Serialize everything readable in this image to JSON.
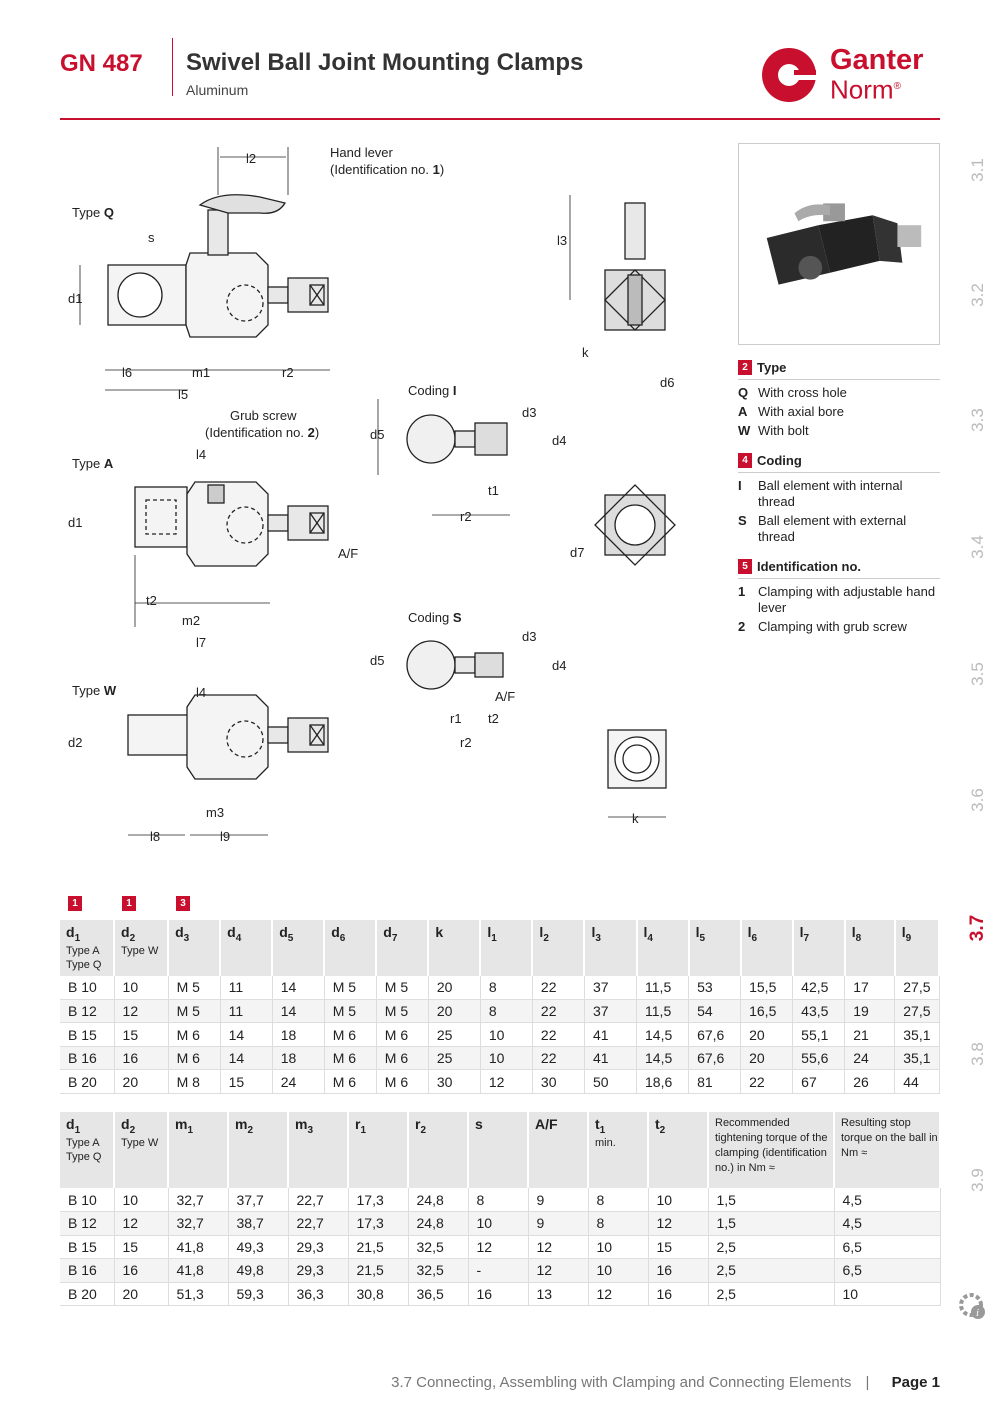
{
  "header": {
    "code": "GN 487",
    "title": "Swivel Ball Joint Mounting Clamps",
    "material": "Aluminum",
    "brand_line1": "Ganter",
    "brand_line2": "Norm",
    "brand_mark": "®"
  },
  "side_index": [
    "3.1",
    "3.2",
    "3.3",
    "3.4",
    "3.5",
    "3.6",
    "3.7",
    "3.8",
    "3.9"
  ],
  "side_index_active": "3.7",
  "drawing": {
    "type_q": "Type",
    "type_q_key": "Q",
    "type_a": "Type",
    "type_a_key": "A",
    "type_w": "Type",
    "type_w_key": "W",
    "hand_lever": "Hand lever",
    "hand_lever_id": "(Identification no.",
    "hand_lever_id_no": "1",
    "grub_screw": "Grub screw",
    "grub_screw_id": "(Identification no.",
    "grub_screw_id_no": "2",
    "coding_i": "Coding",
    "coding_i_key": "I",
    "coding_s": "Coding",
    "coding_s_key": "S",
    "af": "A/F",
    "dims": [
      "l2",
      "s",
      "d1",
      "l6",
      "m1",
      "r2",
      "l5",
      "l4",
      "t2",
      "m2",
      "l7",
      "d2",
      "m3",
      "l8",
      "l9",
      "l3",
      "k",
      "d6",
      "d5",
      "d3",
      "d4",
      "t1",
      "r1",
      "d7"
    ]
  },
  "legend": {
    "type": {
      "badge": "2",
      "title": "Type",
      "items": [
        {
          "key": "Q",
          "text": "With cross hole"
        },
        {
          "key": "A",
          "text": "With axial bore"
        },
        {
          "key": "W",
          "text": "With bolt"
        }
      ]
    },
    "coding": {
      "badge": "4",
      "title": "Coding",
      "items": [
        {
          "key": "I",
          "text": "Ball element with internal thread"
        },
        {
          "key": "S",
          "text": "Ball element with external thread"
        }
      ]
    },
    "ident": {
      "badge": "5",
      "title": "Identification no.",
      "items": [
        {
          "key": "1",
          "text": "Clamping with adjustable hand lever"
        },
        {
          "key": "2",
          "text": "Clamping with grub screw"
        }
      ]
    }
  },
  "table1_badges": [
    "1",
    "1",
    "3"
  ],
  "table1": {
    "headers": [
      {
        "main": "d",
        "sub_idx": "1",
        "note": "Type A Type Q"
      },
      {
        "main": "d",
        "sub_idx": "2",
        "note": "Type W"
      },
      {
        "main": "d",
        "sub_idx": "3",
        "note": ""
      },
      {
        "main": "d",
        "sub_idx": "4",
        "note": ""
      },
      {
        "main": "d",
        "sub_idx": "5",
        "note": ""
      },
      {
        "main": "d",
        "sub_idx": "6",
        "note": ""
      },
      {
        "main": "d",
        "sub_idx": "7",
        "note": ""
      },
      {
        "main": "k",
        "sub_idx": "",
        "note": ""
      },
      {
        "main": "l",
        "sub_idx": "1",
        "note": ""
      },
      {
        "main": "l",
        "sub_idx": "2",
        "note": ""
      },
      {
        "main": "l",
        "sub_idx": "3",
        "note": ""
      },
      {
        "main": "l",
        "sub_idx": "4",
        "note": ""
      },
      {
        "main": "l",
        "sub_idx": "5",
        "note": ""
      },
      {
        "main": "l",
        "sub_idx": "6",
        "note": ""
      },
      {
        "main": "l",
        "sub_idx": "7",
        "note": ""
      },
      {
        "main": "l",
        "sub_idx": "8",
        "note": ""
      },
      {
        "main": "l",
        "sub_idx": "9",
        "note": ""
      }
    ],
    "rows": [
      [
        "B 10",
        "10",
        "M 5",
        "11",
        "14",
        "M 5",
        "M 5",
        "20",
        "8",
        "22",
        "37",
        "11,5",
        "53",
        "15,5",
        "42,5",
        "17",
        "27,5"
      ],
      [
        "B 12",
        "12",
        "M 5",
        "11",
        "14",
        "M 5",
        "M 5",
        "20",
        "8",
        "22",
        "37",
        "11,5",
        "54",
        "16,5",
        "43,5",
        "19",
        "27,5"
      ],
      [
        "B 15",
        "15",
        "M 6",
        "14",
        "18",
        "M 6",
        "M 6",
        "25",
        "10",
        "22",
        "41",
        "14,5",
        "67,6",
        "20",
        "55,1",
        "21",
        "35,1"
      ],
      [
        "B 16",
        "16",
        "M 6",
        "14",
        "18",
        "M 6",
        "M 6",
        "25",
        "10",
        "22",
        "41",
        "14,5",
        "67,6",
        "20",
        "55,6",
        "24",
        "35,1"
      ],
      [
        "B 20",
        "20",
        "M 8",
        "15",
        "24",
        "M 6",
        "M 6",
        "30",
        "12",
        "30",
        "50",
        "18,6",
        "81",
        "22",
        "67",
        "26",
        "44"
      ]
    ]
  },
  "table2": {
    "headers": [
      {
        "main": "d",
        "sub_idx": "1",
        "note": "Type A Type Q"
      },
      {
        "main": "d",
        "sub_idx": "2",
        "note": "Type W"
      },
      {
        "main": "m",
        "sub_idx": "1",
        "note": ""
      },
      {
        "main": "m",
        "sub_idx": "2",
        "note": ""
      },
      {
        "main": "m",
        "sub_idx": "3",
        "note": ""
      },
      {
        "main": "r",
        "sub_idx": "1",
        "note": ""
      },
      {
        "main": "r",
        "sub_idx": "2",
        "note": ""
      },
      {
        "main": "s",
        "sub_idx": "",
        "note": ""
      },
      {
        "main": "A/F",
        "sub_idx": "",
        "note": ""
      },
      {
        "main": "t",
        "sub_idx": "1",
        "note": "min."
      },
      {
        "main": "t",
        "sub_idx": "2",
        "note": ""
      },
      {
        "main": "",
        "sub_idx": "",
        "note": "Recommended tightening torque of the clamping (identification no.) in Nm ≈"
      },
      {
        "main": "",
        "sub_idx": "",
        "note": "Resulting stop torque on the ball in Nm ≈"
      }
    ],
    "rows": [
      [
        "B 10",
        "10",
        "32,7",
        "37,7",
        "22,7",
        "17,3",
        "24,8",
        "8",
        "9",
        "8",
        "10",
        "1,5",
        "4,5"
      ],
      [
        "B 12",
        "12",
        "32,7",
        "38,7",
        "22,7",
        "17,3",
        "24,8",
        "10",
        "9",
        "8",
        "12",
        "1,5",
        "4,5"
      ],
      [
        "B 15",
        "15",
        "41,8",
        "49,3",
        "29,3",
        "21,5",
        "32,5",
        "12",
        "12",
        "10",
        "15",
        "2,5",
        "6,5"
      ],
      [
        "B 16",
        "16",
        "41,8",
        "49,8",
        "29,3",
        "21,5",
        "32,5",
        "-",
        "12",
        "10",
        "16",
        "2,5",
        "6,5"
      ],
      [
        "B 20",
        "20",
        "51,3",
        "59,3",
        "36,3",
        "30,8",
        "36,5",
        "16",
        "13",
        "12",
        "16",
        "2,5",
        "10"
      ]
    ]
  },
  "footer": {
    "section": "3.7 Connecting, Assembling with Clamping and Connecting Elements",
    "sep": "|",
    "page": "Page 1"
  },
  "colors": {
    "brand": "#c8102e",
    "header_bg": "#e6e6e6",
    "index_inactive": "#bbbbbb"
  }
}
